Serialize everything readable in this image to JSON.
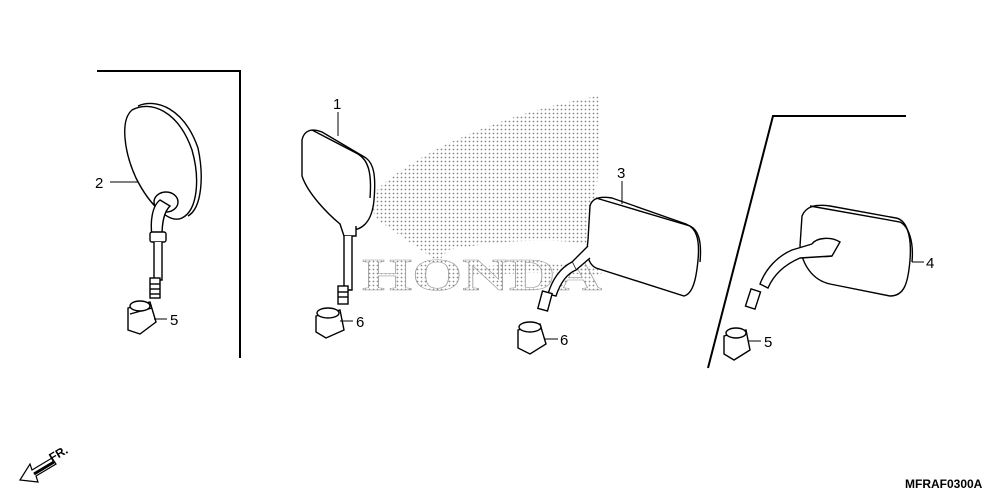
{
  "diagram": {
    "callouts": [
      "1",
      "2",
      "3",
      "4",
      "5",
      "6",
      "6",
      "5"
    ],
    "watermark_brand": "HONDA",
    "direction_label": "FR.",
    "drawing_code": "MFRAF0300A"
  },
  "colors": {
    "line": "#000000",
    "background": "#ffffff",
    "watermark": "#b8b8b8"
  },
  "icons": [
    "front-direction-arrow-icon",
    "honda-wing-logo"
  ]
}
